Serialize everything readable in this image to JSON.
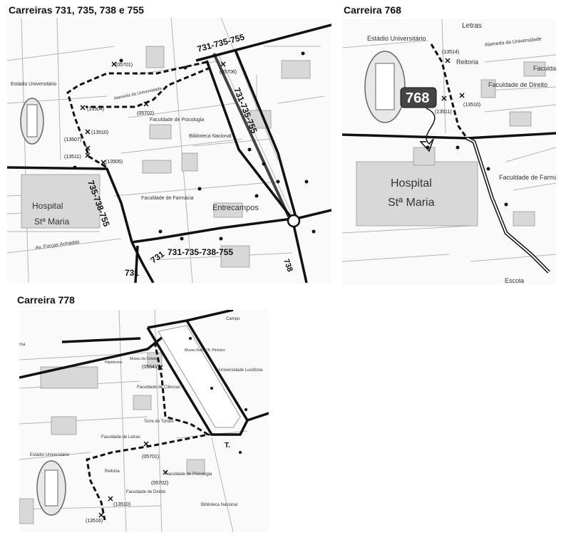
{
  "maps": [
    {
      "title": "Carreiras 731, 735, 738 e 755",
      "route_labels": {
        "top": "731-735-755",
        "diagonal": "731-735-755",
        "left_vertical": "735-738-755",
        "bottom": "731-735-738-755",
        "r731a": "731",
        "r731b": "731",
        "r738": "738"
      },
      "stops": [
        "(05701)",
        "(05706)",
        "(13504)",
        "(05702)",
        "(13510)",
        "(13507)",
        "(13511)",
        "(13505)"
      ],
      "places": {
        "estadio": "Estádio Universitário",
        "alameda": "Alameda da Universidade",
        "fac_psicologia": "Faculdade de Psicologia",
        "biblioteca": "Biblioteca Nacional",
        "fac_farmacia": "Faculdade de Farmácia",
        "entrecampos": "Entrecampos",
        "hospital_1": "Hospital",
        "hospital_2": "Stª Maria",
        "av_forcas": "Av. Forças Armadas"
      }
    },
    {
      "title": "Carreira 768",
      "route_number": "768",
      "stops": [
        "(13514)",
        "(13511)",
        "(13510)"
      ],
      "places": {
        "letras": "Letras",
        "estadio": "Estádio Universitário",
        "reitoria": "Reitoria",
        "fac_direito": "Faculdade de Direito",
        "fac_psico": "Faculdade de Psico",
        "hospital_1": "Hospital",
        "hospital_2": "Stª Maria",
        "fac_farmacia": "Faculdade de Farmácia",
        "escola": "Escola",
        "alameda": "Alameda da Universidade"
      }
    },
    {
      "title": "Carreira 778",
      "stops": [
        "(05541)",
        "(05701)",
        "(05702)",
        "(13510)",
        "(13516)"
      ],
      "places": {
        "campo": "Campo",
        "museu": "Museu Rafael B. Pinheiro",
        "lusofona": "Universidade Lusófona",
        "hipodromo": "Hipódromo",
        "museu_cidade": "Museu da Cidade",
        "fac_ciencias": "Faculdade de Ciências",
        "torre": "Torre do Tombo",
        "fac_letras": "Faculdade de Letras",
        "estadio": "Estádio Universitário",
        "reitoria": "Reitoria",
        "fac_psicologia": "Faculdade de Psicologia",
        "fac_direito": "Faculdade de Direito",
        "biblioteca": "Biblioteca Nacional",
        "metro_t": "T.",
        "left_edge": "ma"
      }
    }
  ]
}
